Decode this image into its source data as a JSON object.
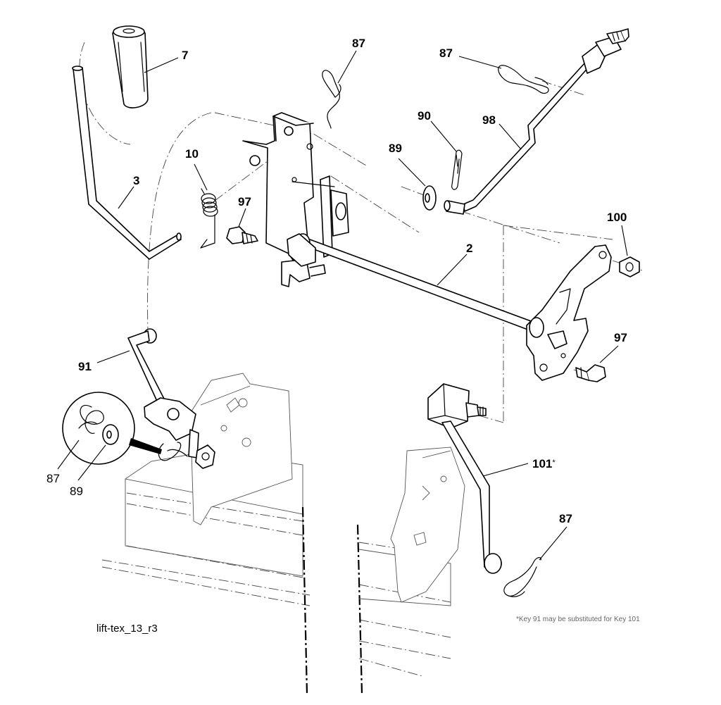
{
  "diagram": {
    "figure_id": "lift-tex_13_r3",
    "footnote": "*Key 91 may be substituted for Key 101",
    "callouts": {
      "c7": "7",
      "c87_top": "87",
      "c87_right": "87",
      "c90": "90",
      "c98": "98",
      "c89_top": "89",
      "c10": "10",
      "c3": "3",
      "c97_left": "97",
      "c2": "2",
      "c100": "100",
      "c97_right": "97",
      "c91": "91",
      "c87_detail": "87",
      "c89_detail": "89",
      "c101": "101",
      "c101_mark": "*",
      "c87_bottom": "87"
    }
  }
}
